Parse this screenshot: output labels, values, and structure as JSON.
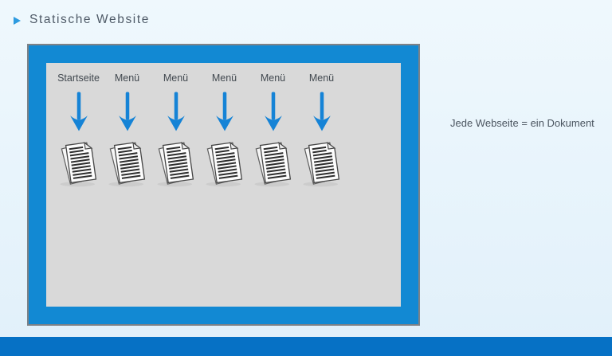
{
  "page": {
    "title": "Statische Website",
    "annotation": "Jede Webseite = ein Dokument"
  },
  "diagram": {
    "columns": [
      {
        "label": "Startseite"
      },
      {
        "label": "Menü"
      },
      {
        "label": "Menü"
      },
      {
        "label": "Menü"
      },
      {
        "label": "Menü"
      },
      {
        "label": "Menü"
      }
    ],
    "icons": {
      "title_marker": "play-icon",
      "column_arrow": "arrow-down-icon",
      "column_document": "document-icon"
    }
  },
  "colors": {
    "background_top": "#eff8fd",
    "background_bottom": "#e1f0fa",
    "frame_blue": "#1289d3",
    "interior_gray": "#d9d9d9",
    "outline_gray": "#7d8287",
    "arrow_blue": "#1583d6",
    "footer_blue": "#0671c5",
    "title_text": "#4e5a67",
    "label_text": "#41484f",
    "annotation_text": "#4b5560",
    "accent": "#2d9be0"
  }
}
